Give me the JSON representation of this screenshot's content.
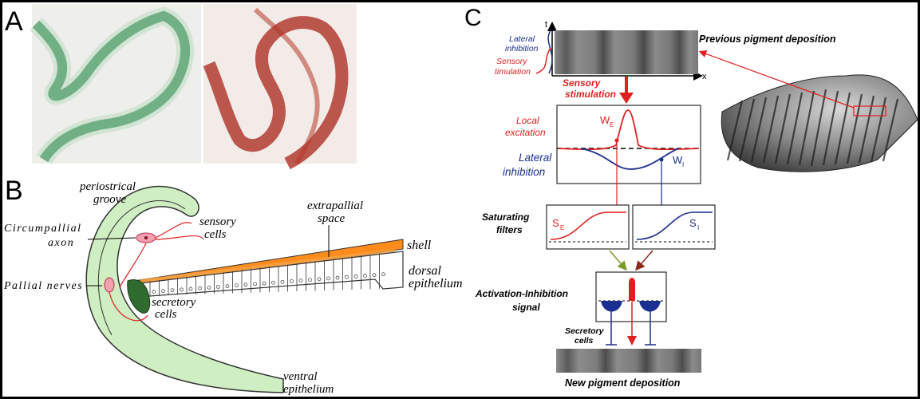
{
  "colors": {
    "green_stain": "#3f8f5a",
    "red_stain": "#a8241a",
    "pallial_fill": "#cfeec2",
    "secretory_green": "#2f6b2f",
    "shell_orange": "#ff8c1a",
    "extrapallial": "#f3a24a",
    "excite_red": "#e02020",
    "inhib_blue": "#1a2f8f",
    "border": "#000000"
  },
  "panel_a": {
    "letter": "A"
  },
  "panel_b": {
    "letter": "B",
    "labels": {
      "periostrical_1": "periostrical",
      "periostrical_2": "groove",
      "circumpallial_1": "Circumpallial",
      "circumpallial_2": "axon",
      "pallial_nerves": "Pallial nerves",
      "sensory_1": "sensory",
      "sensory_2": "cells",
      "extrapallial_1": "extrapallial",
      "extrapallial_2": "space",
      "shell": "shell",
      "dorsal_1": "dorsal",
      "dorsal_2": "epithelium",
      "secretory_1": "secretory",
      "secretory_2": "cells",
      "ventral_1": "ventral",
      "ventral_2": "epithelium"
    }
  },
  "panel_c": {
    "letter": "C",
    "labels": {
      "t_axis": "t",
      "x_axis": "x",
      "lateral_1": "Lateral",
      "lateral_2": "inhibition",
      "sensory_1": "Sensory",
      "sensory_2": "timulation",
      "previous": "Previous pigment deposition",
      "sensory_stim_1": "Sensory",
      "sensory_stim_2": "stimulation",
      "local_1": "Local",
      "local_2": "excitation",
      "lateral_inh_1": "Lateral",
      "lateral_inh_2": "inhibition",
      "we": "W",
      "we_sub": "E",
      "wi": "W",
      "wi_sub": "I",
      "saturating_1": "Saturating",
      "saturating_2": "filters",
      "se": "S",
      "se_sub": "E",
      "si": "S",
      "si_sub": "I",
      "activation_1": "Activation-Inhibition",
      "activation_2": "signal",
      "secretory_1": "Secretory",
      "secretory_2": "cells",
      "new_deposition": "New pigment deposition"
    }
  }
}
